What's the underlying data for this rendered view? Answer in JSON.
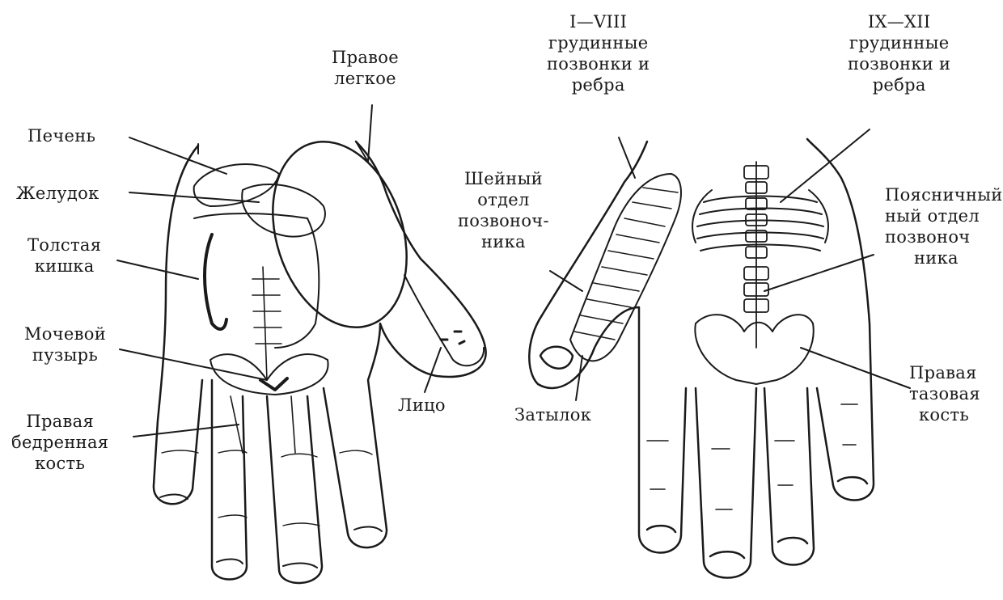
{
  "colors": {
    "ink": "#1a1a1a",
    "background": "#ffffff"
  },
  "labels": {
    "right_lung": {
      "l1": "Правое",
      "l2": "легкое"
    },
    "liver": {
      "l1": "Печень"
    },
    "stomach": {
      "l1": "Желудок"
    },
    "colon": {
      "l1": "Толстая",
      "l2": "кишка"
    },
    "bladder": {
      "l1": "Мочевой",
      "l2": "пузырь"
    },
    "femur": {
      "l1": "Правая",
      "l2": "бедренная",
      "l3": "кость"
    },
    "face": {
      "l1": "Лицо"
    },
    "thoracic_1_8": {
      "l1": "I—VIII",
      "l2": "грудинные",
      "l3": "позвонки и",
      "l4": "ребра"
    },
    "thoracic_9_12": {
      "l1": "IX—XII",
      "l2": "грудинные",
      "l3": "позвонки и",
      "l4": "ребра"
    },
    "cervical": {
      "l1": "Шейный",
      "l2": "отдел",
      "l3": "позвоноч-",
      "l4": "ника"
    },
    "lumbar": {
      "l1": "Поясничный",
      "l2": "ный отдел",
      "l3": "позвоноч",
      "l4": "ника"
    },
    "occiput": {
      "l1": "Затылок"
    },
    "pelvic": {
      "l1": "Правая",
      "l2": "тазовая",
      "l3": "кость"
    }
  }
}
